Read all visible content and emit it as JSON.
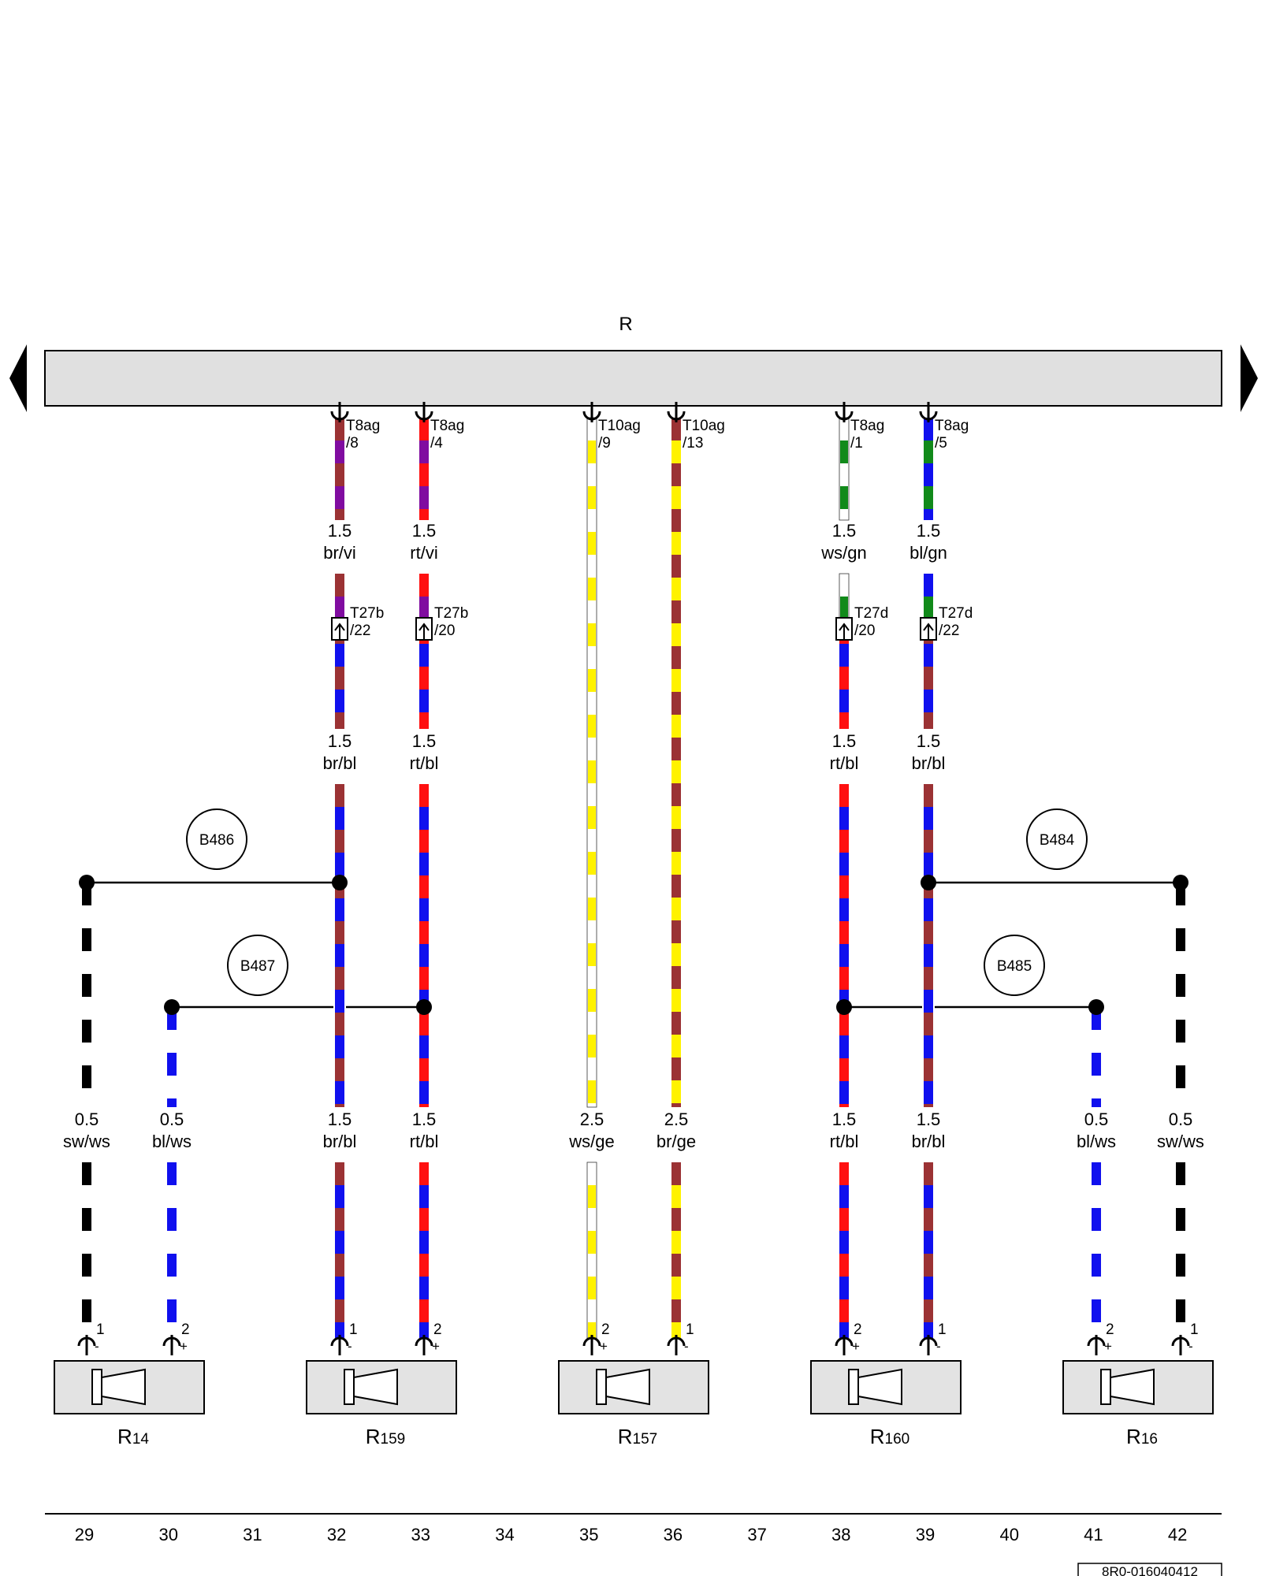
{
  "bus": {
    "label": "R"
  },
  "colors": {
    "br": "#9B3234",
    "bl": "#1010EE",
    "rt": "#FF1010",
    "vi": "#800CA0",
    "ws": "#FFFFFF",
    "gn": "#118A1A",
    "ge": "#FFF200",
    "sw": "#000000",
    "bus_fill": "#E0E0E0",
    "box_fill": "#E3E3E3"
  },
  "top_connectors": [
    {
      "name": "T8ag",
      "pin": "/8"
    },
    {
      "name": "T8ag",
      "pin": "/4"
    },
    {
      "name": "T10ag",
      "pin": "/9"
    },
    {
      "name": "T10ag",
      "pin": "/13"
    },
    {
      "name": "T8ag",
      "pin": "/1"
    },
    {
      "name": "T8ag",
      "pin": "/5"
    }
  ],
  "mid_connectors": [
    {
      "name": "T27b",
      "pin": "/22"
    },
    {
      "name": "T27b",
      "pin": "/20"
    },
    {
      "name": "T27d",
      "pin": "/20"
    },
    {
      "name": "T27d",
      "pin": "/22"
    }
  ],
  "wire_labels": [
    {
      "size": "1.5",
      "color": "br/vi"
    },
    {
      "size": "1.5",
      "color": "rt/vi"
    },
    {
      "size": "1.5",
      "color": "ws/gn"
    },
    {
      "size": "1.5",
      "color": "bl/gn"
    },
    {
      "size": "1.5",
      "color": "br/bl"
    },
    {
      "size": "1.5",
      "color": "rt/bl"
    },
    {
      "size": "1.5",
      "color": "rt/bl"
    },
    {
      "size": "1.5",
      "color": "br/bl"
    },
    {
      "size": "0.5",
      "color": "sw/ws"
    },
    {
      "size": "0.5",
      "color": "bl/ws"
    },
    {
      "size": "1.5",
      "color": "br/bl"
    },
    {
      "size": "1.5",
      "color": "rt/bl"
    },
    {
      "size": "2.5",
      "color": "ws/ge"
    },
    {
      "size": "2.5",
      "color": "br/ge"
    },
    {
      "size": "1.5",
      "color": "rt/bl"
    },
    {
      "size": "1.5",
      "color": "br/bl"
    },
    {
      "size": "0.5",
      "color": "bl/ws"
    },
    {
      "size": "0.5",
      "color": "sw/ws"
    }
  ],
  "junctions": [
    "B486",
    "B487",
    "B484",
    "B485"
  ],
  "speaker_pins": [
    {
      "pin": "1",
      "polarity": "-"
    },
    {
      "pin": "2",
      "polarity": "+"
    },
    {
      "pin": "1",
      "polarity": "-"
    },
    {
      "pin": "2",
      "polarity": "+"
    },
    {
      "pin": "2",
      "polarity": "+"
    },
    {
      "pin": "1",
      "polarity": "-"
    },
    {
      "pin": "2",
      "polarity": "+"
    },
    {
      "pin": "1",
      "polarity": "-"
    },
    {
      "pin": "2",
      "polarity": "+"
    },
    {
      "pin": "1",
      "polarity": "-"
    }
  ],
  "speakers": [
    {
      "letter": "R",
      "sub": "14"
    },
    {
      "letter": "R",
      "sub": "159"
    },
    {
      "letter": "R",
      "sub": "157"
    },
    {
      "letter": "R",
      "sub": "160"
    },
    {
      "letter": "R",
      "sub": "16"
    }
  ],
  "columns": [
    "29",
    "30",
    "31",
    "32",
    "33",
    "34",
    "35",
    "36",
    "37",
    "38",
    "39",
    "40",
    "41",
    "42"
  ],
  "doc_number": "8R0-016040412"
}
